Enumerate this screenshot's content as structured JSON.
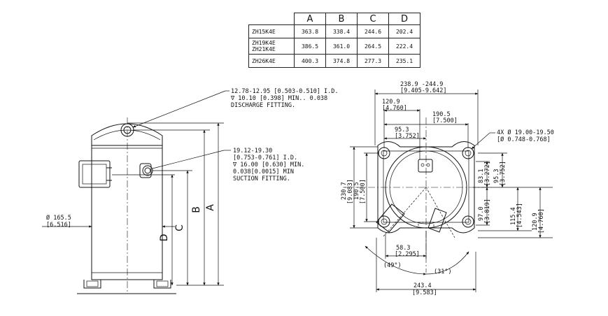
{
  "table": {
    "headers": [
      "A",
      "B",
      "C",
      "D"
    ],
    "rows": [
      {
        "model": "ZH15K4E",
        "values": [
          "363.8",
          "338.4",
          "244.6",
          "202.4"
        ]
      },
      {
        "model": "ZH19K4E\nZH21K4E",
        "values": [
          "386.5",
          "361.0",
          "264.5",
          "222.4"
        ]
      },
      {
        "model": "ZH26K4E",
        "values": [
          "400.3",
          "374.8",
          "277.3",
          "235.1"
        ]
      }
    ]
  },
  "side_view": {
    "discharge_note": [
      "12.78-12.95 [0.503-0.510] I.D.",
      "∇ 10.10 [0.398] MIN.. 0.038",
      "DISCHARGE FITTING."
    ],
    "suction_note": [
      "19.12-19.30",
      "[0.753-0.761] I.D.",
      "∇ 16.00 [0.630] MIN.",
      "0.038[0.0015] MIN",
      "SUCTION FITTING."
    ],
    "diameter": "Ø 165.5",
    "diameter_in": "[6.516]",
    "letters": [
      "A",
      "B",
      "C",
      "D"
    ]
  },
  "plan_view": {
    "width_top": "238.9 -244.9",
    "width_top_in": "[9.405-9.642]",
    "dim_120_9": "120.9",
    "dim_120_9_in": "[4.760]",
    "dim_190_5": "190.5",
    "dim_190_5_in": "[7.500]",
    "dim_95_3": "95.3",
    "dim_95_3_in": "[3.752]",
    "holes_note": [
      "4X Ø 19.00-19.50",
      "[Ø 0.748-0.768]"
    ],
    "left_230_7": "230.7",
    "left_230_7_in": "[9.083]",
    "left_190_5": "190.5",
    "left_190_5_in": "[7.500]",
    "r_83_1": "83.1",
    "r_83_1_in": "[3.272]",
    "r_95_3": "95.3",
    "r_95_3_in": "[3.752]",
    "r_97_0": "97.0",
    "r_97_0_in": "[3.819]",
    "r_115_4": "115.4",
    "r_115_4_in": "[4.543]",
    "r_120_9": "120.9",
    "r_120_9_in": "[4.760]",
    "dim_58_3": "58.3",
    "dim_58_3_in": "[2.295]",
    "angle_49": "(49°)",
    "angle_31": "(31°)",
    "bottom_243_4": "243.4",
    "bottom_243_4_in": "[9.583]"
  }
}
